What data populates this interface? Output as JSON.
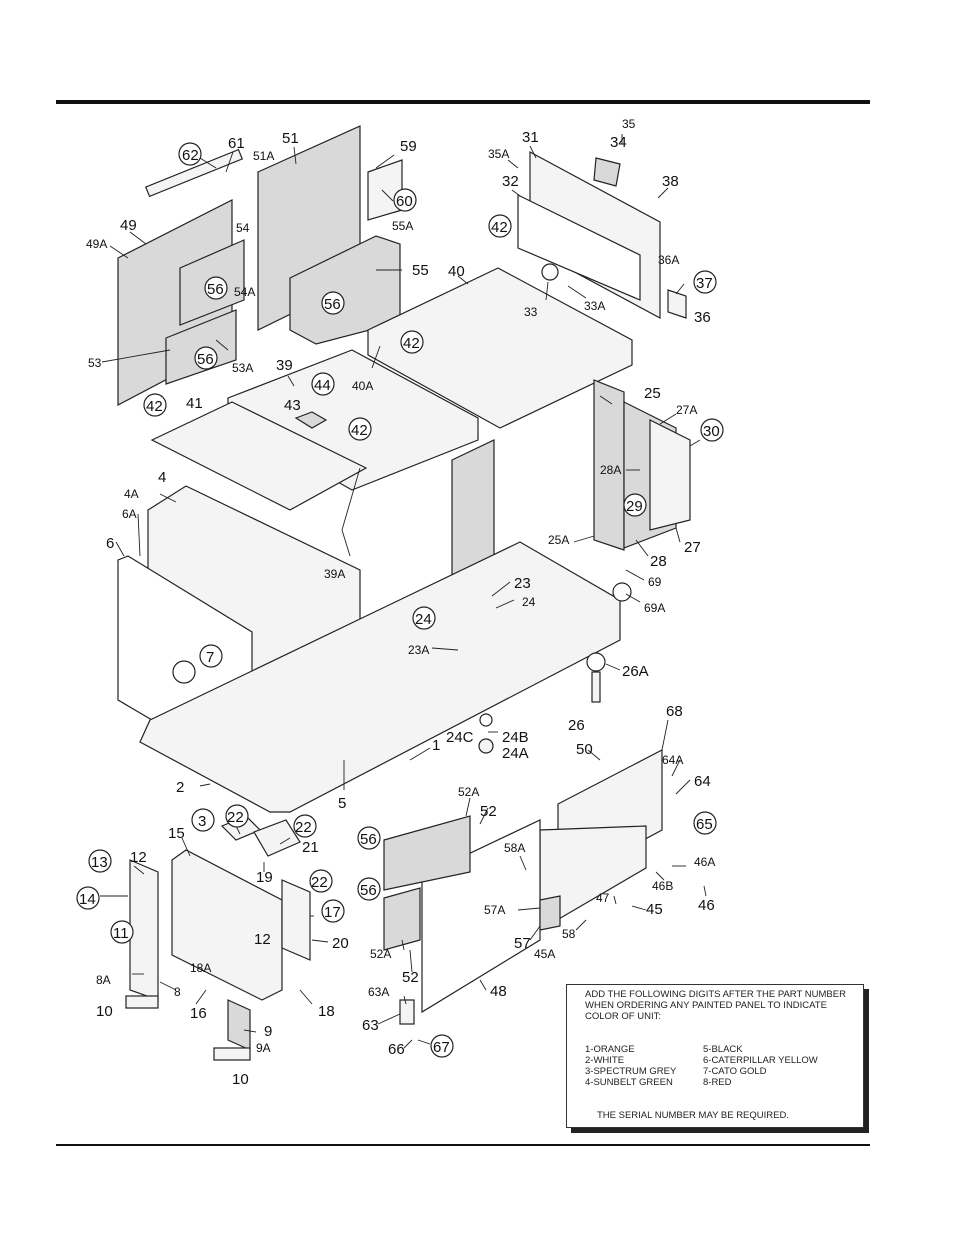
{
  "labels": {
    "l62": "62",
    "l61": "61",
    "l51": "51",
    "l51a": "51A",
    "l59": "59",
    "l60": "60",
    "l49": "49",
    "l49a": "49A",
    "l54": "54",
    "l54a": "54A",
    "l56a": "56",
    "l56b": "56",
    "l56c": "56",
    "l55a": "55A",
    "l55": "55",
    "l53": "53",
    "l53a": "53A",
    "l35": "35",
    "l35a": "35A",
    "l31": "31",
    "l34": "34",
    "l32": "32",
    "l38": "38",
    "l42a": "42",
    "l40": "40",
    "l33": "33",
    "l33a": "33A",
    "l36a": "36A",
    "l37": "37",
    "l36": "36",
    "l42b": "42",
    "l40a": "40A",
    "l39": "39",
    "l44": "44",
    "l43": "43",
    "l42c": "42",
    "l41": "41",
    "l42d": "42",
    "l25": "25",
    "l27a": "27A",
    "l30": "30",
    "l28a": "28A",
    "l29": "29",
    "l25a": "25A",
    "l28": "28",
    "l27": "27",
    "l4a": "4A",
    "l4": "4",
    "l6a": "6A",
    "l6": "6",
    "l39a": "39A",
    "l7": "7",
    "l69": "69",
    "l69a": "69A",
    "l23": "23",
    "l24": "24",
    "l24c": "24",
    "l23a": "23A",
    "l26a": "26A",
    "l26": "26",
    "l68": "68",
    "l24cc": "24C",
    "l24b": "24B",
    "l24a": "24A",
    "l1": "1",
    "l2": "2",
    "l3": "3",
    "l5": "5",
    "l50": "50",
    "l64a": "64A",
    "l64": "64",
    "l65": "65",
    "l52a": "52A",
    "l52": "52",
    "l15": "15",
    "l22a": "22",
    "l22b": "22",
    "l21": "21",
    "l22c": "22",
    "l13": "13",
    "l12": "12",
    "l14": "14",
    "l19": "19",
    "l17": "17",
    "l20": "20",
    "l11": "11",
    "l18a": "18A",
    "l12b": "12",
    "l8a": "8A",
    "l8": "8",
    "l10a": "10",
    "l16": "16",
    "l18": "18",
    "l9": "9",
    "l9a": "9A",
    "l10b": "10",
    "l56d": "56",
    "l56e": "56",
    "l58a": "58A",
    "l46a": "46A",
    "l46b": "46B",
    "l46": "46",
    "l47": "47",
    "l45": "45",
    "l57a": "57A",
    "l58": "58",
    "l57": "57",
    "l45a": "45A",
    "l52a2": "52A",
    "l52b": "52",
    "l63a": "63A",
    "l63": "63",
    "l48": "48",
    "l66": "66",
    "l67": "67"
  },
  "note": {
    "heading": "ADD THE FOLLOWING DIGITS AFTER THE PART NUMBER WHEN ORDERING ANY PAINTED PANEL TO INDICATE COLOR OF UNIT:",
    "colors": [
      "1-ORANGE",
      "5-BLACK",
      "2-WHITE",
      "6-CATERPILLAR YELLOW",
      "3-SPECTRUM GREY",
      "7-CATO GOLD",
      "4-SUNBELT GREEN",
      "8-RED"
    ],
    "serial": "THE SERIAL NUMBER MAY BE REQUIRED."
  }
}
